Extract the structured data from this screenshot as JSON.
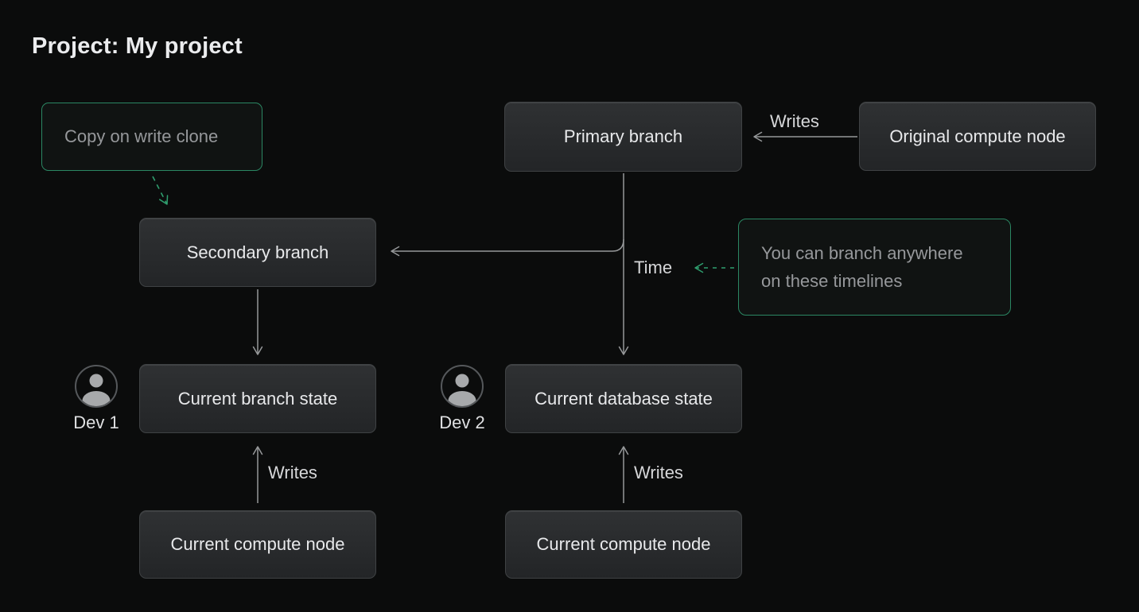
{
  "page": {
    "title": "Project: My project"
  },
  "colors": {
    "background": "#0b0c0c",
    "accent_green": "#2f9e6e",
    "annotation_border_green": "#2b8763",
    "edge_gray": "#96989a",
    "node_text": "#e8e9eb",
    "muted_text": "#96989b"
  },
  "nodes": {
    "copy_on_write_clone": {
      "label": "Copy on write clone"
    },
    "primary_branch": {
      "label": "Primary branch"
    },
    "original_compute_node": {
      "label": "Original compute node"
    },
    "secondary_branch": {
      "label": "Secondary branch"
    },
    "branch_anywhere_note": {
      "label": "You can branch anywhere on these timelines"
    },
    "current_branch_state": {
      "label": "Current branch state"
    },
    "current_database_state": {
      "label": "Current database state"
    },
    "current_compute_node_dev1": {
      "label": "Current compute node"
    },
    "current_compute_node_dev2": {
      "label": "Current compute node"
    }
  },
  "edge_labels": {
    "writes_primary": "Writes",
    "writes_dev1": "Writes",
    "writes_dev2": "Writes",
    "time": "Time"
  },
  "actors": {
    "dev1": {
      "label": "Dev 1",
      "icon": "person-icon"
    },
    "dev2": {
      "label": "Dev 2",
      "icon": "person-icon"
    }
  }
}
